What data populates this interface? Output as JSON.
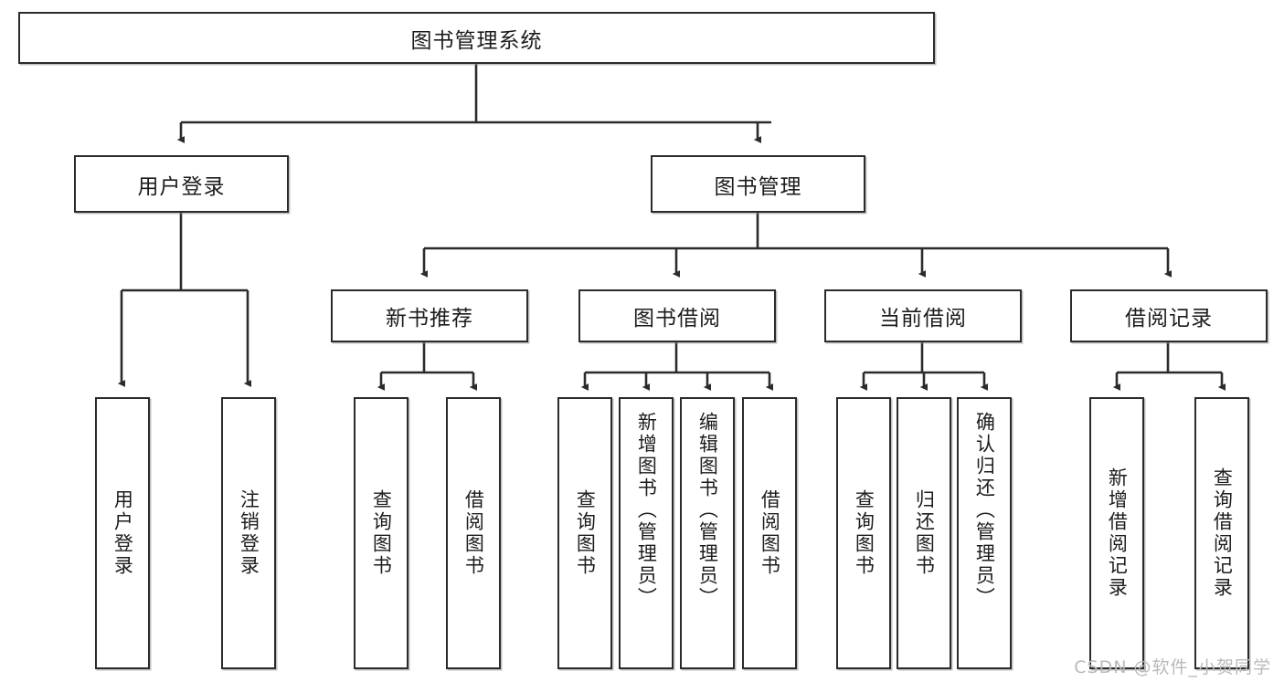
{
  "diagram": {
    "title": "图书管理系统",
    "type": "tree-hierarchy-chart",
    "watermark": "CSDN @软件_小贺同学",
    "colors": {
      "stroke": "#2b2b2b",
      "fill": "#ffffff",
      "text": "#1c1c1c",
      "watermark": "#b9b9b9"
    },
    "nodes": {
      "root": {
        "label": "图书管理系统"
      },
      "level2": [
        {
          "id": "user-login",
          "label": "用户登录"
        },
        {
          "id": "book-manage",
          "label": "图书管理"
        }
      ],
      "level3": [
        {
          "id": "new-book-recommend",
          "label": "新书推荐"
        },
        {
          "id": "book-borrow",
          "label": "图书借阅"
        },
        {
          "id": "current-borrow",
          "label": "当前借阅"
        },
        {
          "id": "borrow-record",
          "label": "借阅记录"
        }
      ],
      "leaves": {
        "user_login": [
          {
            "id": "leaf-user-login",
            "label": "用户登录"
          },
          {
            "id": "leaf-logout-login",
            "label": "注销登录"
          }
        ],
        "new_book_recommend": [
          {
            "id": "leaf-query-book-1",
            "label": "查询图书"
          },
          {
            "id": "leaf-borrow-book-1",
            "label": "借阅图书"
          }
        ],
        "book_borrow": [
          {
            "id": "leaf-query-book-2",
            "label": "查询图书"
          },
          {
            "id": "leaf-add-book",
            "label": "新增图书（管理员）"
          },
          {
            "id": "leaf-edit-book",
            "label": "编辑图书（管理员）"
          },
          {
            "id": "leaf-borrow-book-2",
            "label": "借阅图书"
          }
        ],
        "current_borrow": [
          {
            "id": "leaf-query-book-3",
            "label": "查询图书"
          },
          {
            "id": "leaf-return-book",
            "label": "归还图书"
          },
          {
            "id": "leaf-confirm-return",
            "label": "确认归还（管理员）"
          }
        ],
        "borrow_record": [
          {
            "id": "leaf-add-record",
            "label": "新增借阅记录"
          },
          {
            "id": "leaf-query-record",
            "label": "查询借阅记录"
          }
        ]
      }
    }
  }
}
